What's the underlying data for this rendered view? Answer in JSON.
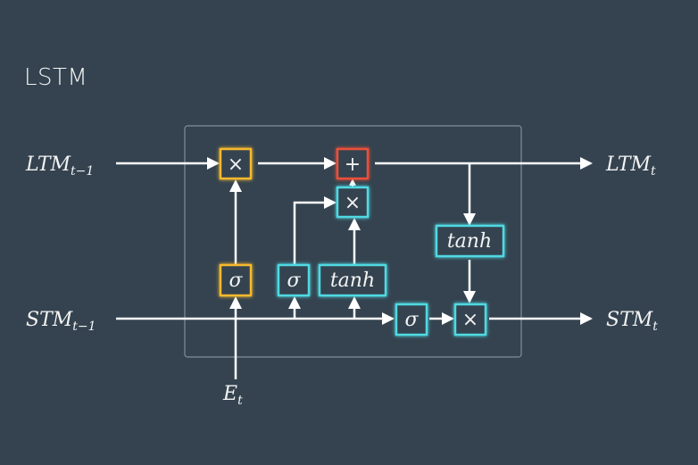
{
  "title": "LSTM",
  "inputs": {
    "ltm_prev": {
      "main": "LTM",
      "sub": "t−1"
    },
    "stm_prev": {
      "main": "STM",
      "sub": "t−1"
    },
    "event": {
      "main": "E",
      "sub": "t"
    }
  },
  "outputs": {
    "ltm_next": {
      "main": "LTM",
      "sub": "t"
    },
    "stm_next": {
      "main": "STM",
      "sub": "t"
    }
  },
  "ops": {
    "forget_multiply": "×",
    "add": "+",
    "learn_multiply": "×",
    "forget_sigma": "σ",
    "learn_sigma": "σ",
    "learn_tanh": "tanh",
    "output_tanh": "tanh",
    "output_sigma": "σ",
    "output_multiply": "×"
  },
  "colors": {
    "background": "#34434f",
    "forget": "#f6b92e",
    "add": "#ec4f3a",
    "gate": "#4fd9e2"
  }
}
